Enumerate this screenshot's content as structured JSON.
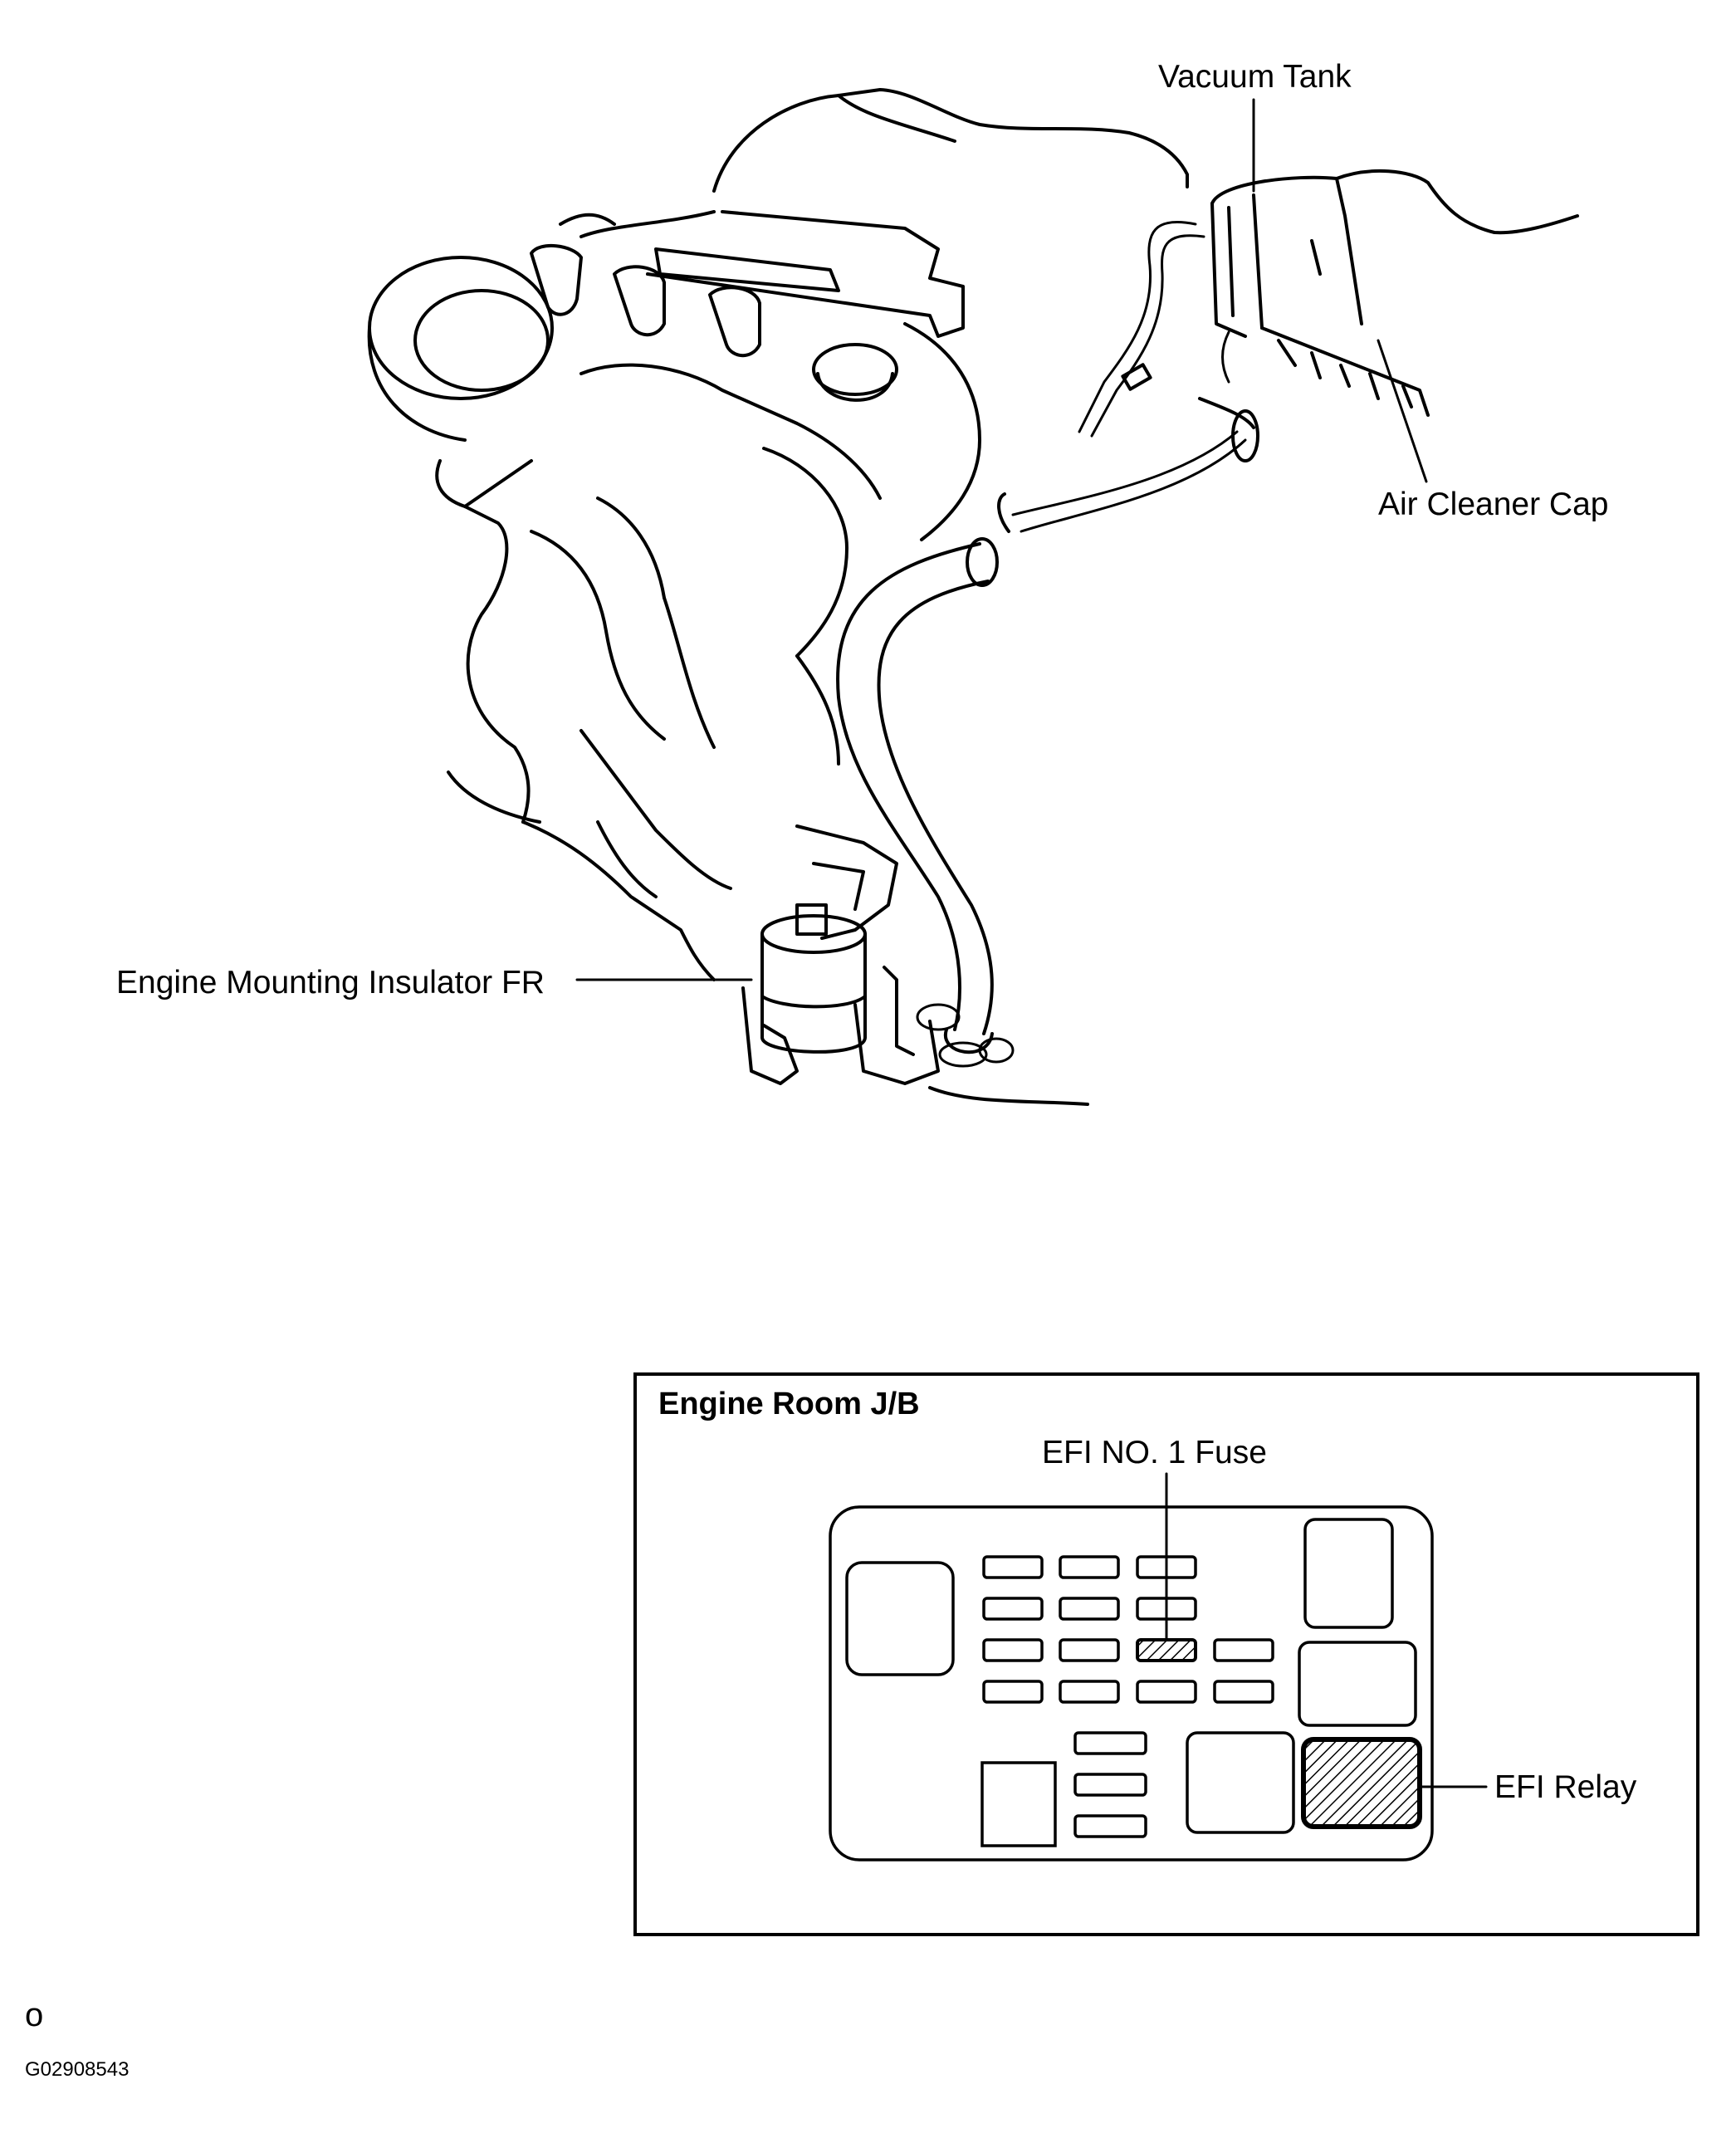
{
  "labels": {
    "vacuum_tank": "Vacuum Tank",
    "air_cleaner_cap": "Air Cleaner Cap",
    "engine_mounting_insulator": "Engine Mounting Insulator FR",
    "junction_box_title": "Engine Room J/B",
    "efi_fuse": "EFI NO. 1 Fuse",
    "efi_relay": "EFI Relay"
  },
  "footer": {
    "mark": "o",
    "figure_id": "G02908543"
  },
  "icons": [
    "engine-illustration",
    "vacuum-hose",
    "fuse-box-diagram"
  ]
}
